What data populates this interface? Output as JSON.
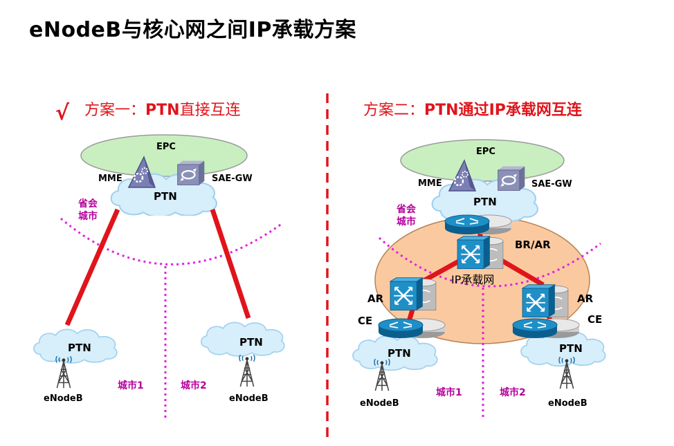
{
  "title": "eNodeB与核心网之间IP承载方案",
  "colors": {
    "accent_red": "#e0141b",
    "city_magenta": "#b5009b",
    "epc_green": "#c9efc0",
    "cloud_blue": "#d7eefb",
    "ip_network_orange": "#fbc9a0",
    "router_blue": "#1f8fc7"
  },
  "scheme1": {
    "check_mark": "√",
    "title_prefix": "方案一：",
    "title_bold": "PTN",
    "title_suffix": "直接互连",
    "epc": "EPC",
    "mme": "MME",
    "sae_gw": "SAE-GW",
    "core_ptn": "PTN",
    "province_line1": "省会",
    "province_line2": "城市",
    "left_ptn": "PTN",
    "right_ptn": "PTN",
    "left_enodeb": "eNodeB",
    "right_enodeb": "eNodeB",
    "city1": "城市1",
    "city2": "城市2"
  },
  "scheme2": {
    "title_prefix": "方案二：",
    "title_bold1": "PTN",
    "title_mid": "通过",
    "title_bold2": "IP",
    "title_suffix": "承载网互连",
    "epc": "EPC",
    "mme": "MME",
    "sae_gw": "SAE-GW",
    "core_ptn": "PTN",
    "province_line1": "省会",
    "province_line2": "城市",
    "br_ar": "BR/AR",
    "ip_network": "IP承载网",
    "ar_left": "AR",
    "ar_right": "AR",
    "ce_left": "CE",
    "ce_right": "CE",
    "left_ptn": "PTN",
    "right_ptn": "PTN",
    "left_enodeb": "eNodeB",
    "right_enodeb": "eNodeB",
    "city1": "城市1",
    "city2": "城市2"
  }
}
